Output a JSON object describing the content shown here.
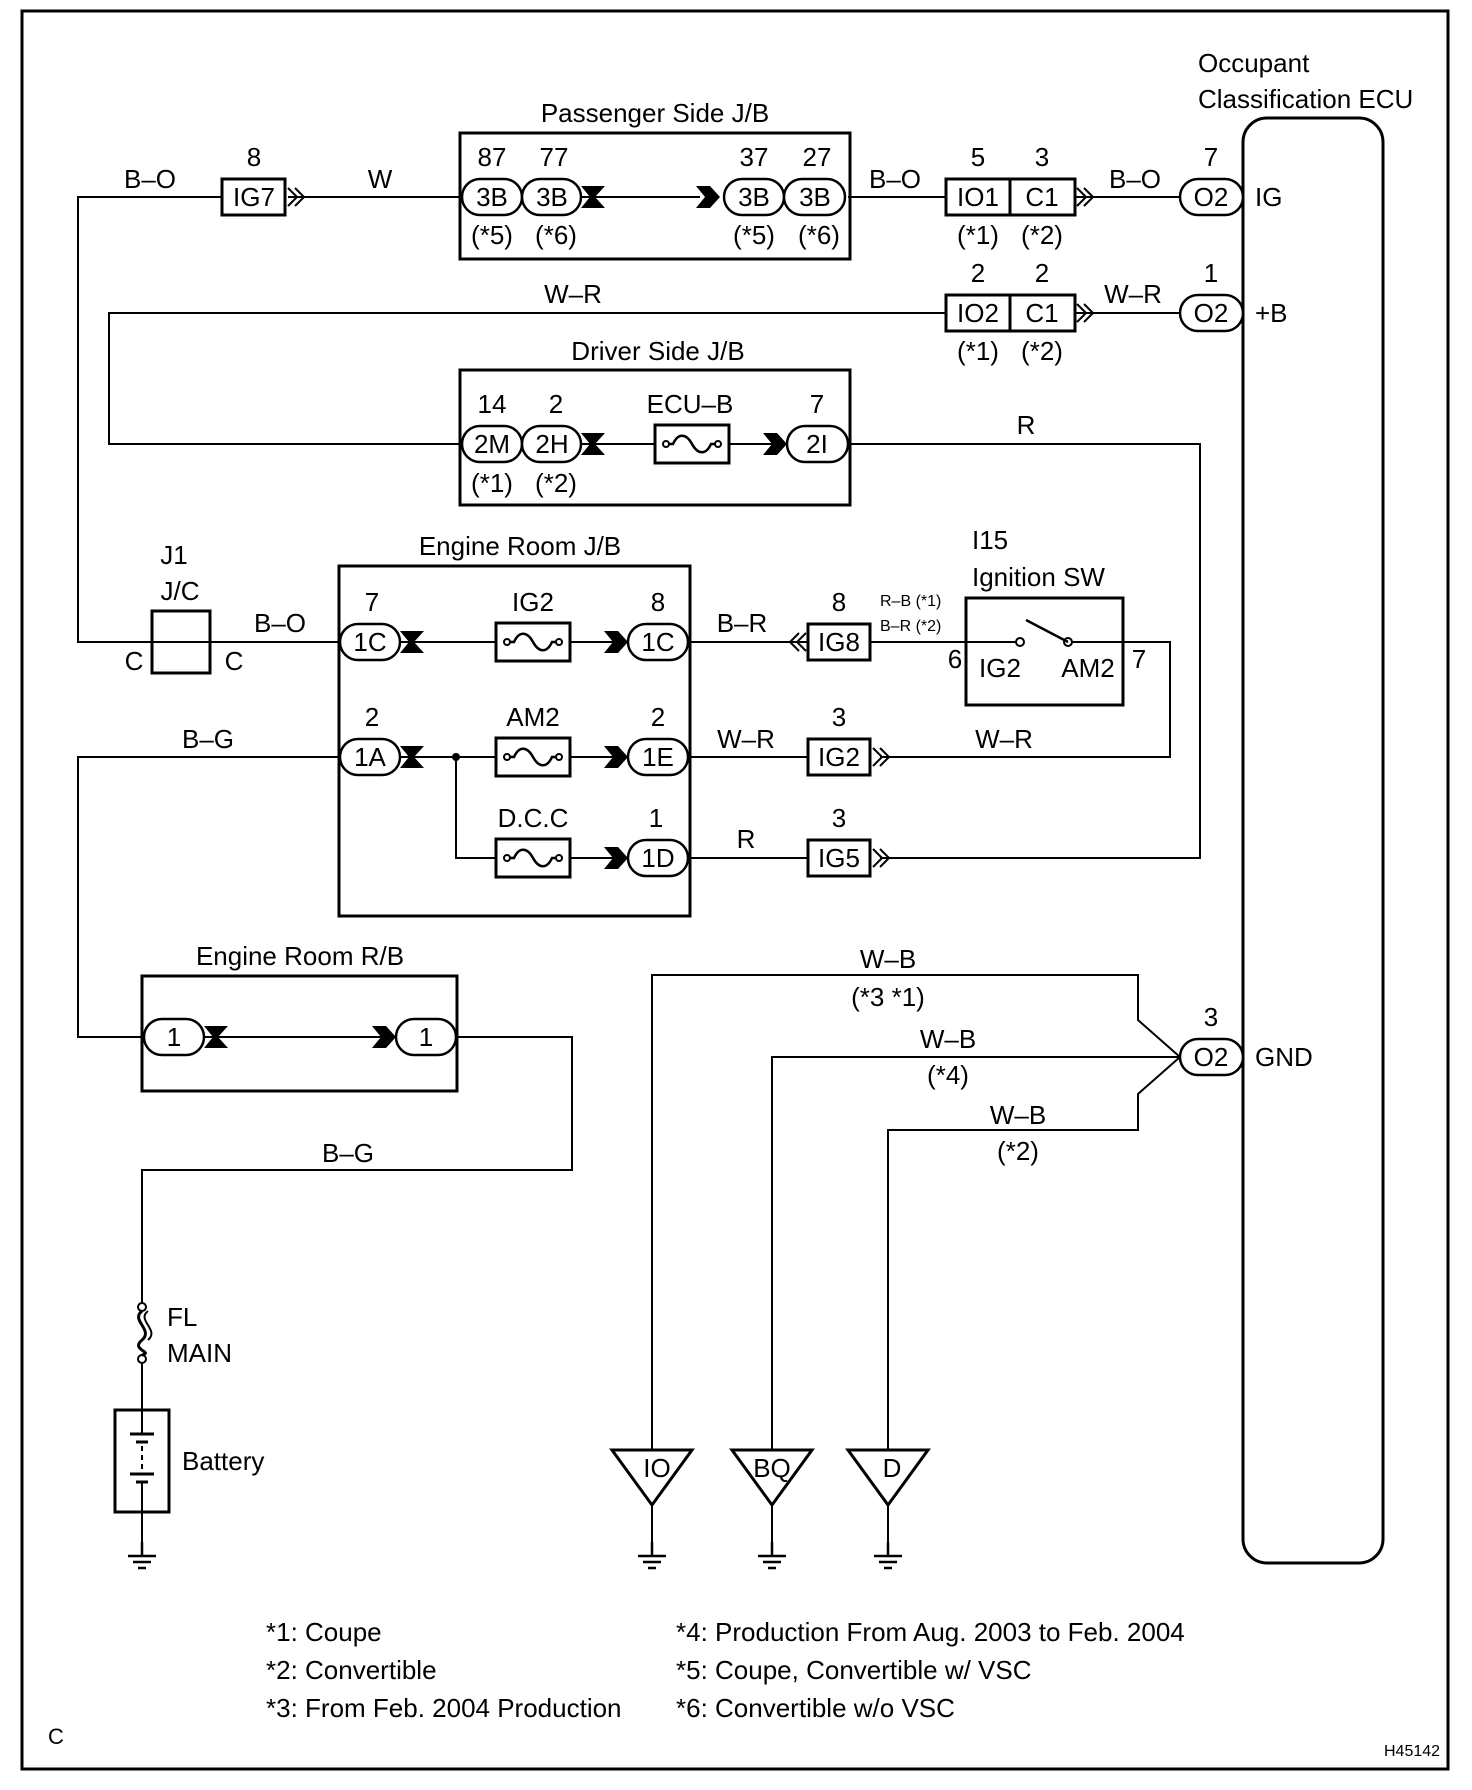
{
  "labels": {
    "ecu_title_1": "Occupant",
    "ecu_title_2": "Classification ECU",
    "passenger_jb": "Passenger Side J/B",
    "driver_jb": "Driver Side J/B",
    "engine_room_jb": "Engine Room J/B",
    "engine_room_rb": "Engine Room R/B",
    "j1": "J1",
    "jc": "J/C",
    "i15": "I15",
    "ignition_sw": "Ignition SW",
    "fl": "FL",
    "main": "MAIN",
    "battery": "Battery",
    "corner_c": "C",
    "code": "H45142"
  },
  "ecu_terminals": {
    "ig": "IG",
    "plus_b": "+B",
    "gnd": "GND"
  },
  "connectors": {
    "o2": "O2",
    "io1": "IO1",
    "io2": "IO2",
    "c1": "C1",
    "ig7": "IG7",
    "ig8": "IG8",
    "ig2": "IG2",
    "ig5": "IG5",
    "c_left": "C",
    "c_right": "C",
    "ground_io": "IO",
    "ground_bq": "BQ",
    "ground_d": "D"
  },
  "pins": {
    "p_3b_87": "3B",
    "n_87": "87",
    "p_3b_77": "3B",
    "n_77": "77",
    "p_3b_37": "3B",
    "n_37": "37",
    "p_3b_27": "3B",
    "n_27": "27",
    "p_2m": "2M",
    "n_14": "14",
    "p_2h": "2H",
    "n_2h": "2",
    "p_2i": "2I",
    "n_2i": "7",
    "p_1c_l": "1C",
    "n_1c_l": "7",
    "p_1c_r": "1C",
    "n_1c_r": "8",
    "p_1a": "1A",
    "n_1a": "2",
    "p_1e": "1E",
    "n_1e": "2",
    "p_1d": "1D",
    "n_1d": "1",
    "p_rb_l": "1",
    "p_rb_r": "1"
  },
  "pin_numbers": {
    "ig7": "8",
    "io1": "5",
    "c1_top": "3",
    "o2_ig": "7",
    "io2": "2",
    "c1_bottom": "2",
    "o2_b": "1",
    "ig8": "8",
    "ig2": "3",
    "ig5": "3",
    "sw_left": "6",
    "sw_right": "7",
    "o2_gnd": "3"
  },
  "fuses": {
    "ecu_b": "ECU–B",
    "ig2": "IG2",
    "am2": "AM2",
    "dcc": "D.C.C"
  },
  "switch": {
    "left": "IG2",
    "right": "AM2"
  },
  "wire_colors": {
    "bo_left": "B–O",
    "w": "W",
    "bo_mid": "B–O",
    "bo_right": "B–O",
    "wr_top": "W–R",
    "wr_top_right": "W–R",
    "r_top": "R",
    "bo_jc": "B–O",
    "br": "B–R",
    "rb_note": "R–B (*1)",
    "br_note": "B–R (*2)",
    "bg_top": "B–G",
    "wr_mid": "W–R",
    "wr_right": "W–R",
    "r_bottom": "R",
    "wb_1": "W–B",
    "wb_2": "W–B",
    "wb_3": "W–B",
    "bg_bottom": "B–G"
  },
  "variant_marks": {
    "under_87": "(*5)",
    "under_77": "(*6)",
    "under_37": "(*5)",
    "under_27": "(*6)",
    "under_io1": "(*1)",
    "under_c1_top": "(*2)",
    "under_io2": "(*1)",
    "under_c1_bottom": "(*2)",
    "under_2m": "(*1)",
    "under_2h": "(*2)",
    "wb_1": "(*3 *1)",
    "wb_2": "(*4)",
    "wb_3": "(*2)"
  },
  "notes": [
    "*1: Coupe",
    "*2: Convertible",
    "*3: From Feb. 2004 Production",
    "*4: Production From Aug. 2003 to Feb. 2004",
    "*5: Coupe, Convertible w/ VSC",
    "*6: Convertible w/o VSC"
  ]
}
